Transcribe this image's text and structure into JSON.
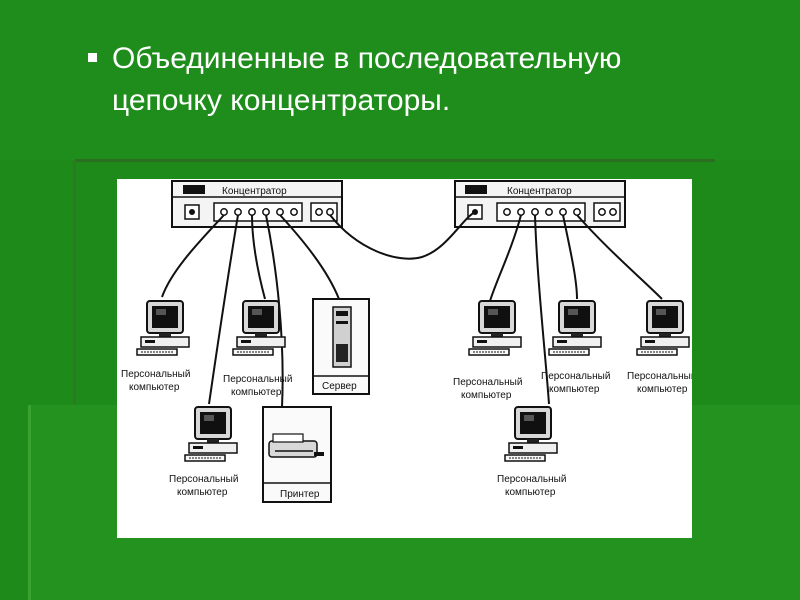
{
  "slide": {
    "bullet_text": "Объединенные в последовательную цепочку концентраторы."
  },
  "diagram": {
    "hubs": [
      {
        "label": "Концентратор"
      },
      {
        "label": "Концентратор"
      }
    ],
    "devices": {
      "pc": "Персональный компьютер",
      "pc_line1": "Персональный",
      "pc_line2": "компьютер",
      "server": "Сервер",
      "printer": "Принтер"
    }
  },
  "colors": {
    "background": "#1e8a1a",
    "panel": "#ffffff",
    "ink": "#111111"
  }
}
